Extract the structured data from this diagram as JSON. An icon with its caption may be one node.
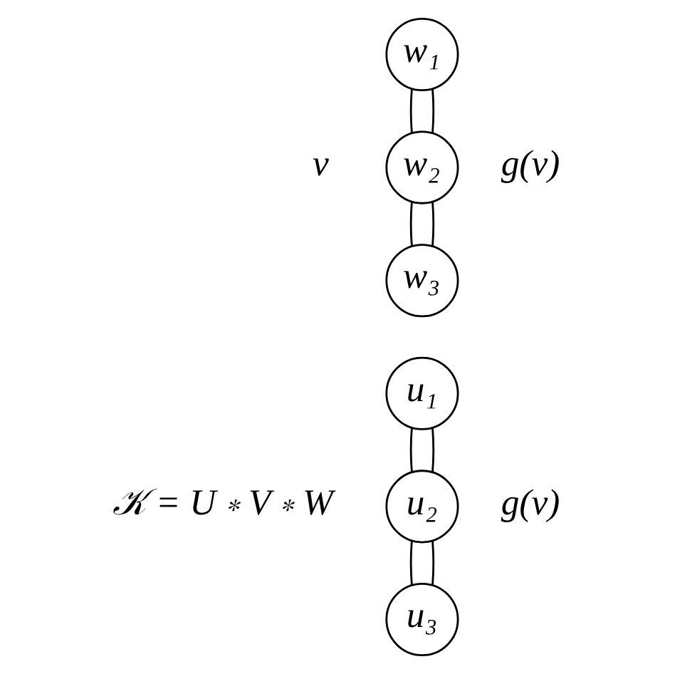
{
  "diagram": {
    "nodes": [
      {
        "text": [
          "w₁"
        ]
      },
      {
        "text": [
          "w₂"
        ],
        "beside": [
          "v",
          "g(v)"
        ]
      },
      {
        "text": [
          "w₃"
        ]
      },
      {
        "text": [
          "u₁"
        ]
      },
      {
        "text": [
          "u₂"
        ],
        "beside": [
          "g(v)"
        ]
      },
      {
        "text": [
          "u₃"
        ]
      }
    ],
    "edges": [
      {
        "from": 0,
        "to": 1,
        "arrow": "none"
      },
      {
        "from": 0,
        "to": 1,
        "arrow": "none"
      },
      {
        "from": 1,
        "to": 2,
        "arrow": "none"
      },
      {
        "from": 1,
        "to": 2,
        "arrow": "none"
      },
      {
        "from": 3,
        "to": 4,
        "arrow": "none"
      },
      {
        "from": 3,
        "to": 4,
        "arrow": "none"
      },
      {
        "from": 4,
        "to": 5,
        "arrow": "none"
      },
      {
        "from": 4,
        "to": 5,
        "arrow": "none"
      }
    ],
    "labels": [
      "𝒦 = U ∗ V ∗ W"
    ]
  }
}
